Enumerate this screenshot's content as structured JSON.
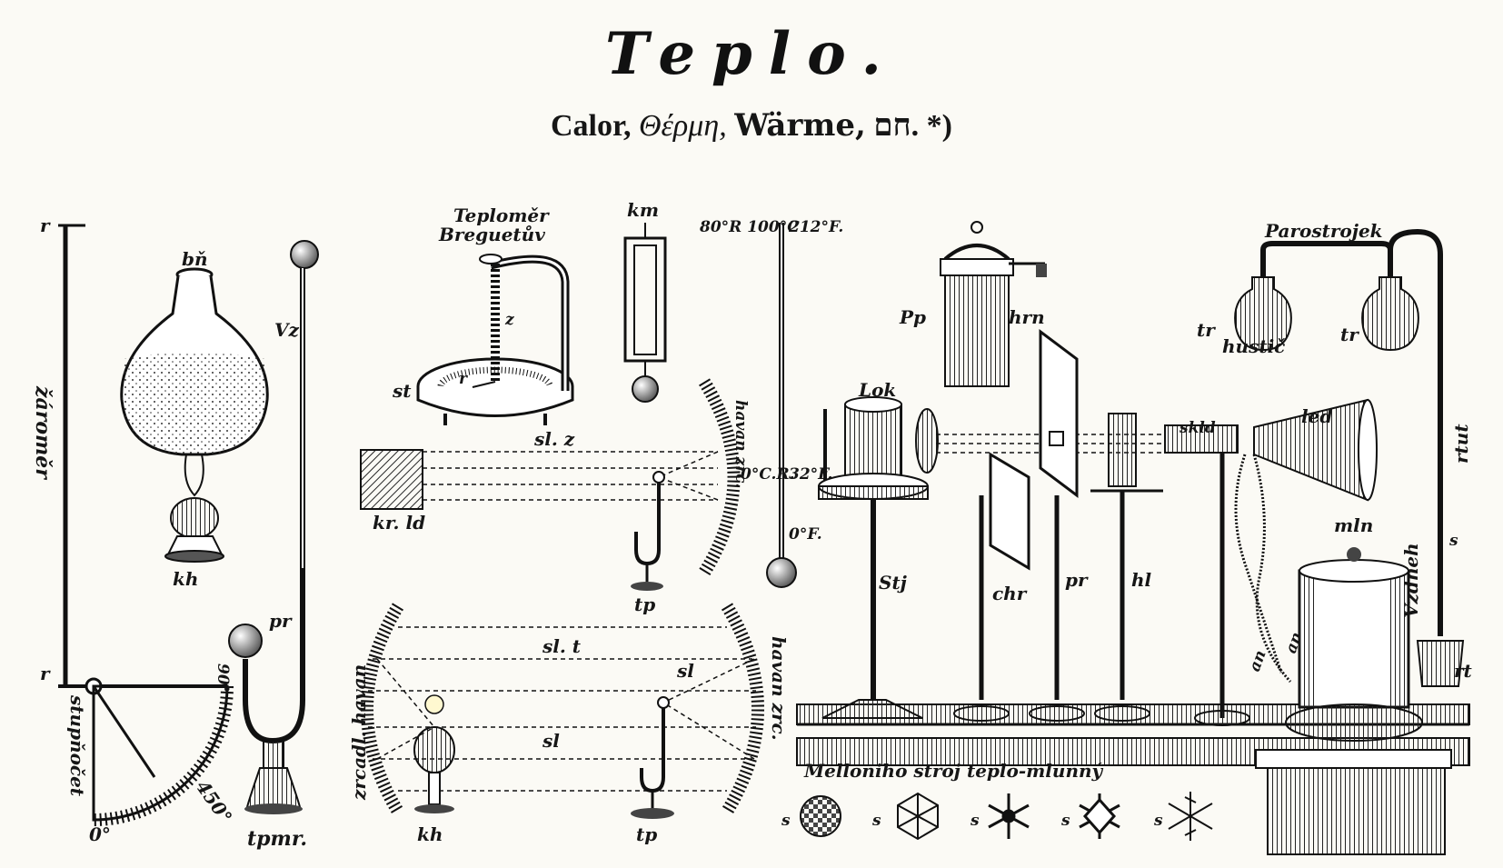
{
  "title": "Teplo.",
  "subtitle": {
    "latin": "Calor,",
    "greek": "Θέρμη,",
    "german": "Wärme,",
    "hebrew": "חם.",
    "footnote": "*)"
  },
  "labels": {
    "zaromer": "žároměr",
    "r_top": "r",
    "r_mid": "r",
    "stupnocet": "stupňočet",
    "deg0": "0°",
    "deg450": "450°",
    "deg90": "90°",
    "bn": "bň",
    "kh_flask": "kh",
    "vz": "Vz",
    "pr_bulb": "pr",
    "tpmr": "tpmr.",
    "breguet_1": "Teploměr",
    "breguet_2": "Breguetův",
    "z": "z",
    "r_coil": "r",
    "st": "st",
    "km": "km",
    "scale_top": "80°R 100°C",
    "f212": "212°F.",
    "zero_cr": "0°C.R.",
    "f32": "32°F.",
    "f0": "0°F.",
    "sl_z": "sl. z",
    "kr_ld": "kr. ld",
    "havan_zrc_1": "havan zrc.",
    "tp_1": "tp",
    "sl_t": "sl. t",
    "sl_a": "sl",
    "sl_b": "sl",
    "zrcadl_havan": "zrcadl. havan",
    "havan_zrc_2": "havan zrc.",
    "kh_lamp": "kh",
    "tp_2": "tp",
    "pp": "Pp",
    "hrn": "hrn",
    "lok": "Lok",
    "stj": "Stj",
    "chr": "chr",
    "pr_stand": "pr",
    "hl": "hl",
    "skld": "skld",
    "led": "led",
    "mln": "mln",
    "an_1": "an",
    "an_2": "an",
    "parostrojek": "Parostrojek",
    "tr_1": "tr",
    "tr_2": "tr",
    "hustic": "hustič",
    "rtut": "rtut",
    "vzdneh": "Vzdneh",
    "s_tube": "s",
    "rt": "rt",
    "melloni": "Melloniho stroj teplo-mlunný",
    "s_flakes": [
      "s",
      "s",
      "s",
      "s",
      "s"
    ]
  }
}
